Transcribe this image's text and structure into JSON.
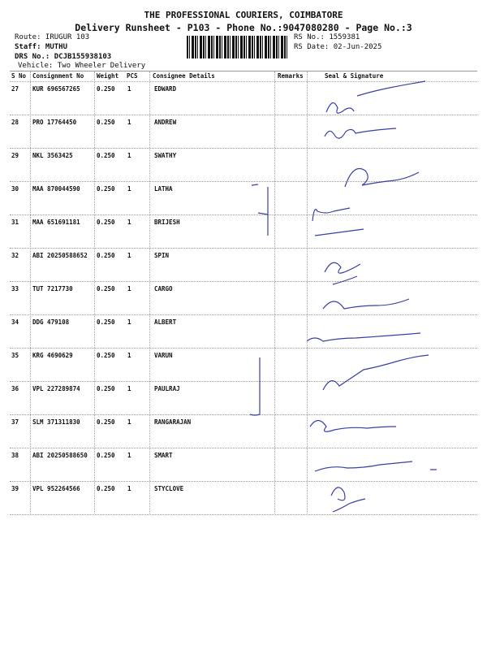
{
  "header": {
    "company": "THE PROFESSIONAL COURIERS, COIMBATORE",
    "subtitle": "Delivery Runsheet - P103 - Phone No.:9047080280 - Page No.:3",
    "route": "Route: IRUGUR 103",
    "staff": "Staff: MUTHU",
    "drs_no": "DRS No.: DCJB155938103",
    "vehicle": "Vehicle: Two Wheeler Delivery",
    "rs_no": "RS No.: 1559381",
    "rs_date": "RS Date: 02-Jun-2025"
  },
  "columns": [
    "S No",
    "Consignment No",
    "Weight",
    "PCS",
    "Consignee Details",
    "Remarks",
    "Seal & Signature"
  ],
  "rows": [
    {
      "sno": "27",
      "cn": "KUR 696567265",
      "wt": "0.250",
      "pcs": "1",
      "name": "EDWARD"
    },
    {
      "sno": "28",
      "cn": "PRO 17764450",
      "wt": "0.250",
      "pcs": "1",
      "name": "ANDREW"
    },
    {
      "sno": "29",
      "cn": "NKL 3563425",
      "wt": "0.250",
      "pcs": "1",
      "name": "SWATHY"
    },
    {
      "sno": "30",
      "cn": "MAA 870044590",
      "wt": "0.250",
      "pcs": "1",
      "name": "LATHA"
    },
    {
      "sno": "31",
      "cn": "MAA 651691181",
      "wt": "0.250",
      "pcs": "1",
      "name": "BRIJESH"
    },
    {
      "sno": "32",
      "cn": "ABI 20250588652",
      "wt": "0.250",
      "pcs": "1",
      "name": "SPIN"
    },
    {
      "sno": "33",
      "cn": "TUT 7217730",
      "wt": "0.250",
      "pcs": "1",
      "name": "CARGO"
    },
    {
      "sno": "34",
      "cn": "DDG 479108",
      "wt": "0.250",
      "pcs": "1",
      "name": "ALBERT"
    },
    {
      "sno": "35",
      "cn": "KRG 4690629",
      "wt": "0.250",
      "pcs": "1",
      "name": "VARUN"
    },
    {
      "sno": "36",
      "cn": "VPL 227289874",
      "wt": "0.250",
      "pcs": "1",
      "name": "PAULRAJ"
    },
    {
      "sno": "37",
      "cn": "SLM 371311830",
      "wt": "0.250",
      "pcs": "1",
      "name": "RANGARAJAN"
    },
    {
      "sno": "38",
      "cn": "ABI 20250588650",
      "wt": "0.250",
      "pcs": "1",
      "name": "SMART"
    },
    {
      "sno": "39",
      "cn": "VPL 952264566",
      "wt": "0.250",
      "pcs": "1",
      "name": "STYCLOVE"
    }
  ],
  "colors": {
    "ink": "#3a3fa8"
  }
}
